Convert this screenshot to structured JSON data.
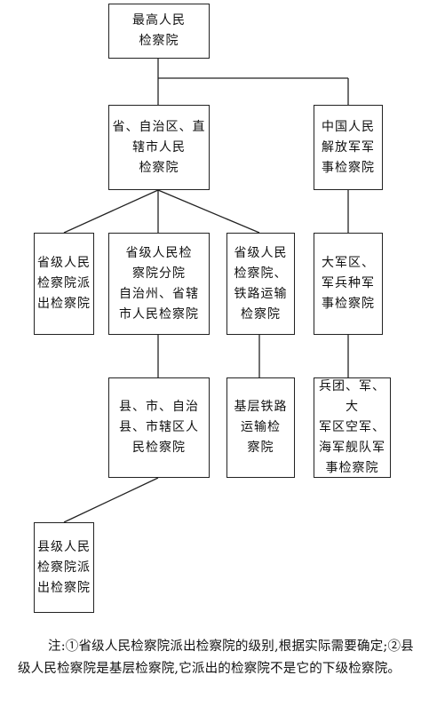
{
  "nodes": {
    "supreme": "最高人民\n检察院",
    "provincial": "省、自治区、直\n辖市人民\n检察院",
    "military": "中国人民\n解放军军\n事检察院",
    "prov_dispatched": "省级人民\n检察院派\n出检察院",
    "prov_branch": "省级人民检\n察院分院\n自治州、省辖\n市人民检察院",
    "prov_railway": "省级人民\n检察院、\n铁路运输\n检察院",
    "military_region": "大军区、\n军兵种军\n事检察院",
    "county": "县、市、自治\n县、市辖区人\n民检察院",
    "basic_railway": "基层铁路\n运输检\n察院",
    "corps": "兵团、军、大\n军区空军、\n海军舰队军\n事检察院",
    "county_dispatched": "县级人民\n检察院派\n出检察院"
  },
  "note": "注:①省级人民检察院派出检察院的级别,根据实际需要确定;②县级人民检察院是基层检察院,它派出的检察院不是它的下级检察院。"
}
